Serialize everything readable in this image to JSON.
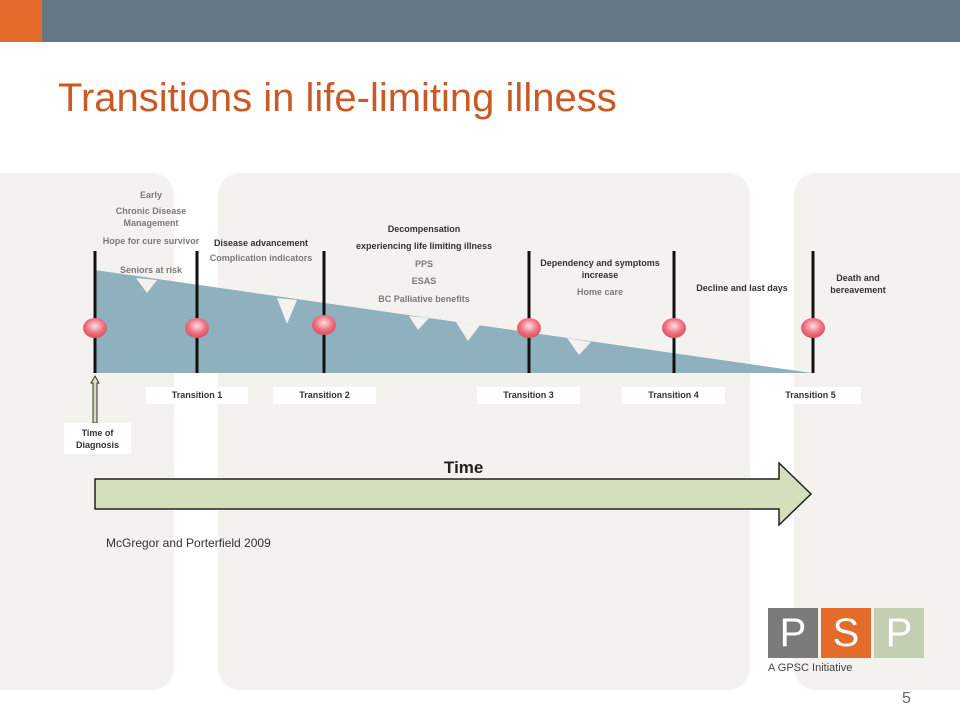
{
  "title": "Transitions in life-limiting illness",
  "phases": {
    "early": [
      "Early",
      "Chronic Disease Management",
      "Hope for cure survivor",
      "Seniors at risk"
    ],
    "advancement_title": "Disease advancement",
    "advancement_sub": "Complication indicators",
    "decompensation": [
      "Decompensation",
      "experiencing life limiting illness",
      "PPS",
      "ESAS",
      "BC Palliative benefits"
    ],
    "dependency_title": "Dependency and symptoms increase",
    "dependency_sub": "Home care",
    "decline": "Decline and last days",
    "death": "Death and bereavement"
  },
  "transitions": [
    "Transition 1",
    "Transition 2",
    "Transition 3",
    "Transition 4",
    "Transition 5"
  ],
  "diagnosis_label": "Time of Diagnosis",
  "time_label": "Time",
  "citation": "McGregor and Porterfield 2009",
  "logo": {
    "letters": [
      "P",
      "S",
      "P"
    ],
    "subtitle": "A GPSC Initiative"
  },
  "page_number": "5",
  "colors": {
    "accent": "#e36c2b",
    "title": "#c95a23",
    "header": "#657785",
    "wedge": "#8fb0bd",
    "arrow_fill": "#d4dfbb",
    "marker": "#f07080",
    "logo_gray": "#7b7b78",
    "logo_orange": "#e36c2b",
    "logo_sage": "#c2cfb1"
  }
}
